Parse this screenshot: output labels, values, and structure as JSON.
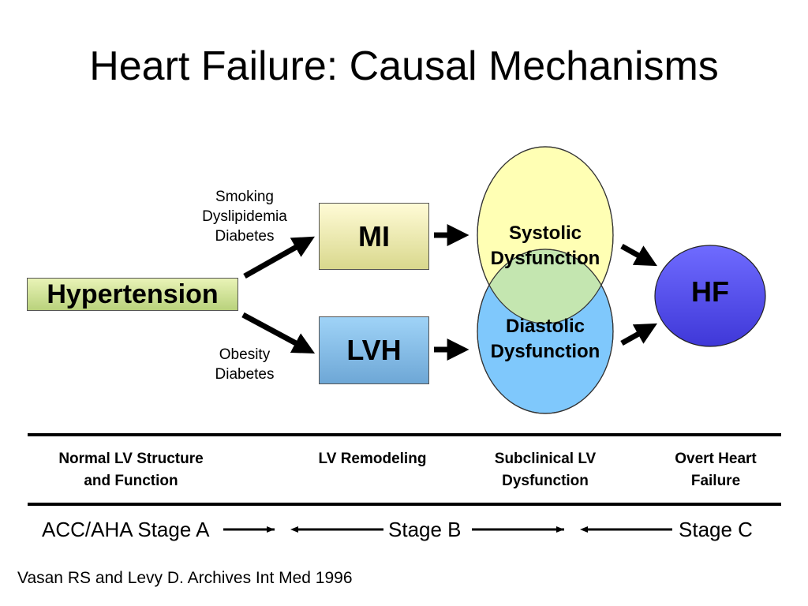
{
  "title": "Heart Failure: Causal Mechanisms",
  "notes": {
    "mi_factors": [
      "Smoking",
      "Dyslipidemia",
      "Diabetes"
    ],
    "lvh_factors": [
      "Obesity",
      "Diabetes"
    ]
  },
  "nodes": {
    "hypertension": "Hypertension",
    "mi": "MI",
    "lvh": "LVH",
    "systolic": [
      "Systolic",
      "Dysfunction"
    ],
    "diastolic": [
      "Diastolic",
      "Dysfunction"
    ],
    "hf": "HF"
  },
  "stages": [
    [
      "Normal LV Structure",
      "and Function"
    ],
    [
      "LV Remodeling"
    ],
    [
      "Subclinical LV",
      "Dysfunction"
    ],
    [
      "Overt Heart",
      "Failure"
    ]
  ],
  "stage_bar": {
    "stage_a": "ACC/AHA Stage A",
    "stage_b": "Stage B",
    "stage_c": "Stage C"
  },
  "citation": "Vasan RS and Levy D. Archives Int Med 1996",
  "colors": {
    "hypertension_fill": "#cfe29a",
    "mi_fill": "#f0eeb0",
    "lvh_fill": "#8ec2ec",
    "systolic_fill": "#ffffb4",
    "diastolic_fill": "#7fc8fc",
    "overlap_fill": "#c4e6b0",
    "hf_fill": "#5a55f0"
  }
}
